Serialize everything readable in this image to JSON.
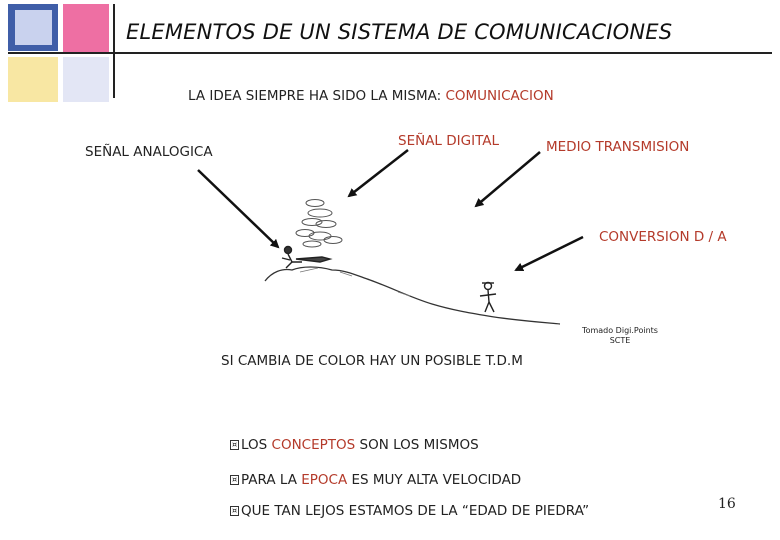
{
  "slide": {
    "title": "ELEMENTOS DE UN SISTEMA DE COMUNICACIONES",
    "intro_prefix": "LA IDEA SIEMPRE HA SIDO LA MISMA: ",
    "intro_highlight": "COMUNICACION",
    "labels": {
      "analog": "SEÑAL ANALOGICA",
      "digital": "SEÑAL DIGITAL",
      "medium": "MEDIO TRANSMISION",
      "conversion": "CONVERSION D / A"
    },
    "credit_line1": "Tomado Digi.Points",
    "credit_line2": "SCTE",
    "color_note": "SI CAMBIA DE COLOR HAY UN POSIBLE T.D.M",
    "bullet_glyph": "¤",
    "bullets": [
      {
        "prefix": "LOS ",
        "highlight": "CONCEPTOS",
        "suffix": " SON LOS MISMOS"
      },
      {
        "prefix": "PARA LA ",
        "highlight": "EPOCA",
        "suffix": " ES MUY ALTA VELOCIDAD"
      },
      {
        "prefix": "QUE TAN LEJOS ESTAMOS DE LA  “EDAD DE PIEDRA”",
        "highlight": "",
        "suffix": ""
      }
    ],
    "page_number": "16",
    "colors": {
      "blue_square": "#3f5ea8",
      "pink_square": "#ee6fa3",
      "pale_blue": "#c9d2ee",
      "pale_yellow": "#f8e7a3",
      "highlight_text": "#b43a2a"
    }
  }
}
